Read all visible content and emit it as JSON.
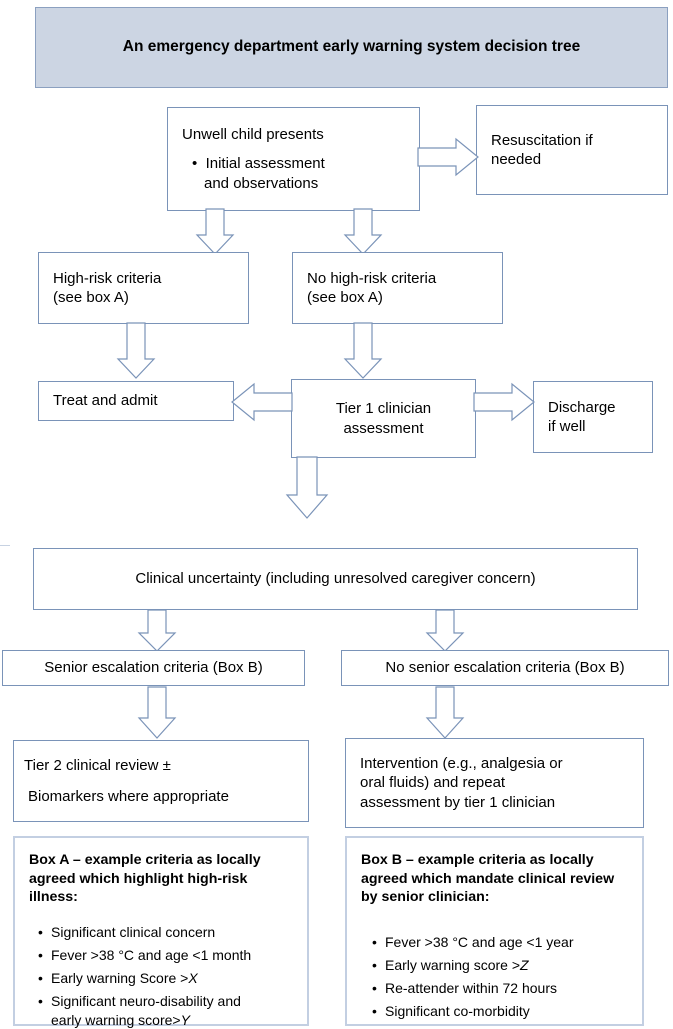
{
  "title": {
    "line1": "An emergency department early warning system",
    "line2": "decision tree",
    "text": "An emergency department early warning system\ndecision tree"
  },
  "colors": {
    "banner_fill": "#ccd5e3",
    "border": "#7a93b8",
    "infobox_border": "#c3cfe2",
    "text": "#000000",
    "page_background": "#ffffff"
  },
  "nodes": {
    "unwell_child": {
      "heading": "Unwell child presents",
      "bullet": "Initial assessment\nand observations"
    },
    "resuscitation": {
      "text": "Resuscitation if\nneeded"
    },
    "high_risk": {
      "text": "High-risk criteria\n(see box A)"
    },
    "no_high_risk": {
      "text": "No high-risk criteria\n(see box A)"
    },
    "treat_admit": {
      "text": "Treat and admit"
    },
    "tier1": {
      "text": "Tier 1 clinician\nassessment"
    },
    "discharge": {
      "text": "Discharge\nif well"
    },
    "clinical_uncertainty": {
      "text": "Clinical uncertainty (including unresolved caregiver concern)"
    },
    "senior_escalation": {
      "text": "Senior escalation criteria (Box B)"
    },
    "no_senior_escalation": {
      "text": "No senior escalation criteria (Box B)"
    },
    "tier2_review": {
      "line1": "Tier 2 clinical review ±",
      "line2": "Biomarkers where appropriate"
    },
    "intervention": {
      "text": "Intervention (e.g., analgesia or\noral fluids) and repeat\nassessment by tier 1 clinician"
    }
  },
  "box_a": {
    "heading": "Box A – example criteria as locally\nagreed which highlight high-risk\nillness:",
    "items": [
      "Significant clinical concern",
      "Fever  >38 °C and age <1 month",
      "Early warning Score >X",
      "Significant neuro-disability and\nearly warning score>Y"
    ],
    "italic_tokens": [
      "X",
      "Y"
    ]
  },
  "box_b": {
    "heading": "Box B – example criteria as locally\nagreed which mandate clinical review\nby senior clinician:",
    "items": [
      "Fever >38 °C and age <1 year",
      "Early warning score >Z",
      "Re-attender within 72 hours",
      "Significant co-morbidity"
    ],
    "italic_tokens": [
      "Z"
    ]
  },
  "connectors": [
    {
      "name": "unwell-to-resuscitation",
      "direction": "right"
    },
    {
      "name": "unwell-to-high-risk",
      "direction": "down"
    },
    {
      "name": "unwell-to-no-high-risk",
      "direction": "down"
    },
    {
      "name": "high-risk-to-treat-admit",
      "direction": "down"
    },
    {
      "name": "no-high-risk-to-tier1",
      "direction": "down"
    },
    {
      "name": "tier1-to-treat-admit",
      "direction": "left"
    },
    {
      "name": "tier1-to-discharge",
      "direction": "right"
    },
    {
      "name": "tier1-to-clinical-uncertainty",
      "direction": "down"
    },
    {
      "name": "uncertainty-to-senior-escalation",
      "direction": "down"
    },
    {
      "name": "uncertainty-to-no-senior-escalation",
      "direction": "down"
    },
    {
      "name": "senior-escalation-to-tier2",
      "direction": "down"
    },
    {
      "name": "no-senior-escalation-to-intervention",
      "direction": "down"
    }
  ]
}
